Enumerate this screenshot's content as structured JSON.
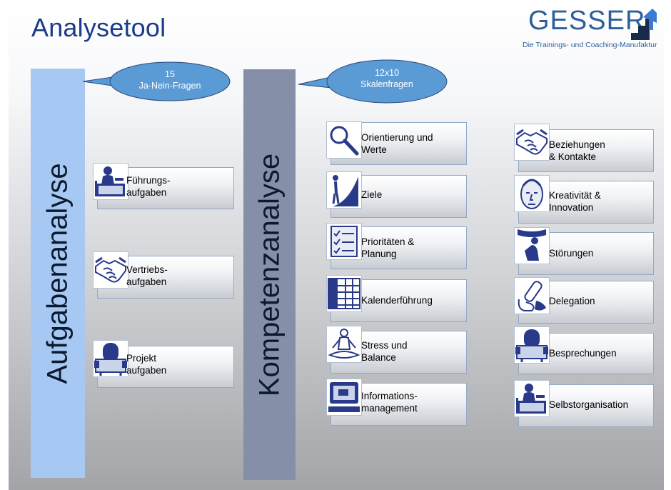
{
  "title": "Analysetool",
  "logo": {
    "name": "GESSER",
    "tagline": "Die Trainings- und Coaching-Manufaktur"
  },
  "colors": {
    "title": "#1a3a8a",
    "column_left": "#a8c8f4",
    "column_right": "#8590a8",
    "bubble": "#5b9bd5",
    "card_border": "#93a9c6"
  },
  "columns": [
    {
      "label": "Aufgabenanalyse",
      "bubble": {
        "line1": "15",
        "line2": "Ja-Nein-Fragen"
      },
      "items": [
        {
          "line1": "Führungs-",
          "line2": "aufgaben",
          "icon": "desk-person-icon"
        },
        {
          "line1": "Vertriebs-",
          "line2": "aufgaben",
          "icon": "handshake-icon"
        },
        {
          "line1": "Projekt",
          "line2": "aufgaben",
          "icon": "meeting-table-icon"
        }
      ]
    },
    {
      "label": "Kompetenzanalyse",
      "bubble": {
        "line1": "12x10",
        "line2": "Skalenfragen"
      },
      "items_left": [
        {
          "line1": "Orientierung und",
          "line2": "Werte",
          "icon": "magnifier-icon"
        },
        {
          "line1": "Ziele",
          "line2": "",
          "icon": "person-climbing-icon"
        },
        {
          "line1": "Prioritäten &",
          "line2": "Planung",
          "icon": "checklist-icon"
        },
        {
          "line1": "Kalenderführung",
          "line2": "",
          "icon": "calendar-grid-icon"
        },
        {
          "line1": "Stress und",
          "line2": "Balance",
          "icon": "meditation-icon"
        },
        {
          "line1": "Informations-",
          "line2": "management",
          "icon": "computer-icon"
        }
      ],
      "items_right": [
        {
          "line1": "Beziehungen",
          "line2": "& Kontakte",
          "icon": "handshake-icon"
        },
        {
          "line1": "Kreativität &",
          "line2": "Innovation",
          "icon": "head-icon"
        },
        {
          "line1": "Störungen",
          "line2": "",
          "icon": "thinking-person-icon"
        },
        {
          "line1": "Delegation",
          "line2": "",
          "icon": "baton-hand-icon"
        },
        {
          "line1": "Besprechungen",
          "line2": "",
          "icon": "meeting-table-icon"
        },
        {
          "line1": "Selbstorganisation",
          "line2": "",
          "icon": "desk-person-icon"
        }
      ]
    }
  ]
}
